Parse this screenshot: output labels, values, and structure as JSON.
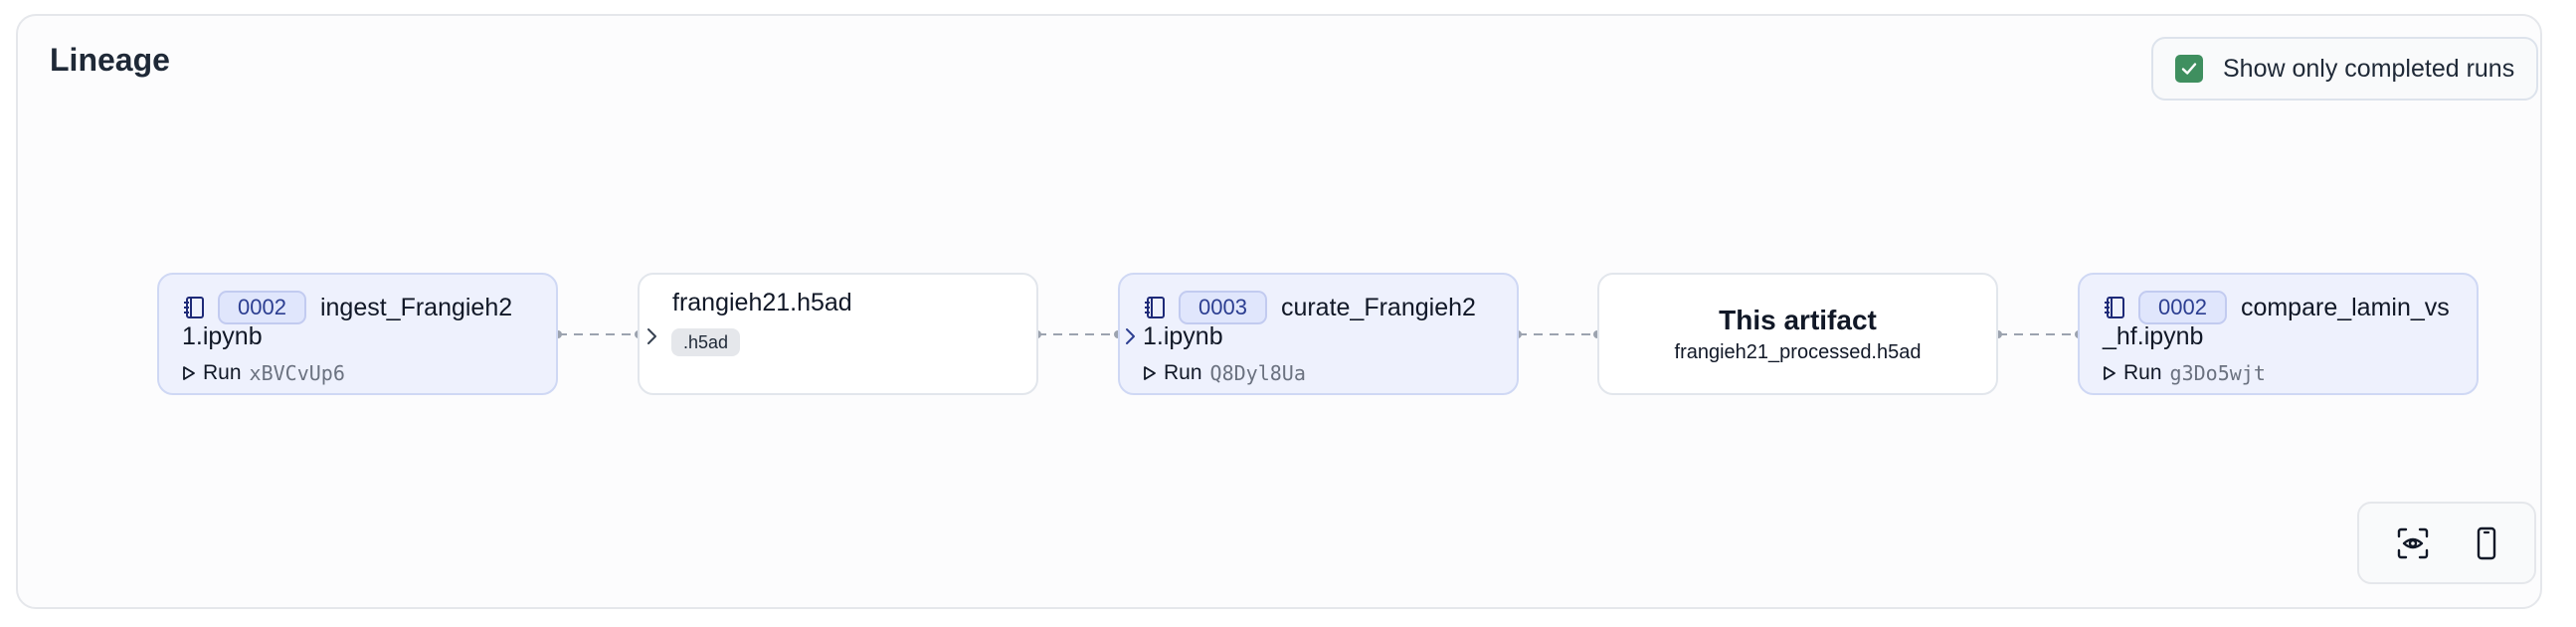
{
  "panel": {
    "title": "Lineage"
  },
  "filter": {
    "label": "Show only completed runs",
    "checked": true
  },
  "nodes": {
    "n1": {
      "version": "0002",
      "name_line1": "ingest_Frangieh2",
      "name_line2": "1.ipynb",
      "run_label": "Run",
      "run_id": "xBVCvUp6"
    },
    "n2": {
      "name": "frangieh21.h5ad",
      "suffix": ".h5ad"
    },
    "n3": {
      "version": "0003",
      "name_line1": "curate_Frangieh2",
      "name_line2": "1.ipynb",
      "run_label": "Run",
      "run_id": "Q8Dyl8Ua"
    },
    "n4": {
      "title": "This artifact",
      "filename": "frangieh21_processed.h5ad"
    },
    "n5": {
      "version": "0002",
      "name_line1": "compare_lamin_vs",
      "name_line2": "_hf.ipynb",
      "run_label": "Run",
      "run_id": "g3Do5wjt"
    }
  },
  "controls": {
    "fit_view_icon": "eye-scan-icon",
    "toggle_layout_icon": "phone-icon"
  },
  "colors": {
    "transform_bg": "#eef1fd",
    "badge_bg": "#e0e6fc",
    "checkbox": "#3f8f5f",
    "edge": "#9ca3af"
  }
}
